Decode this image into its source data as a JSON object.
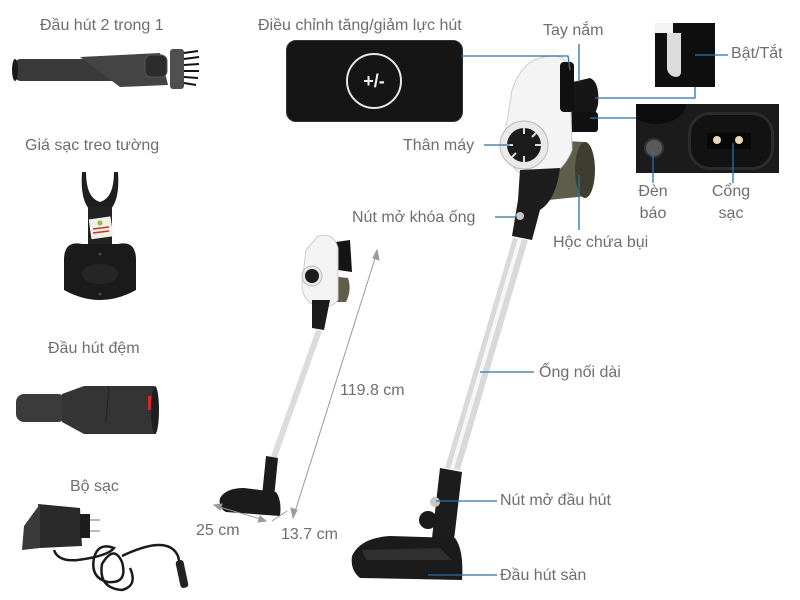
{
  "accessories": {
    "nozzle_2in1": "Đầu hút 2 trong 1",
    "wall_mount": "Giá sạc treo tường",
    "upholstery_nozzle": "Đầu hút đệm",
    "charger": "Bộ sạc"
  },
  "callouts": {
    "power_adjust": "Điều chỉnh tăng/giảm lực hút",
    "power_adjust_symbol": "+/-",
    "handle": "Tay nắm",
    "on_off": "Bật/Tắt",
    "body": "Thân máy",
    "indicator_line1": "Đèn",
    "indicator_line2": "báo",
    "charge_port_line1": "Cổng",
    "charge_port_line2": "sạc",
    "tube_release": "Nút mở khóa ống",
    "dust_bin": "Hộc chứa bụi",
    "extension_tube": "Ống nối dài",
    "head_release": "Nút mở đầu hút",
    "floor_nozzle": "Đầu hút sàn"
  },
  "dimensions": {
    "height": "119.8 cm",
    "width": "25 cm",
    "depth": "13.7 cm"
  },
  "colors": {
    "leader_line": "#2f6fa3",
    "label_text": "#6e6e6e",
    "dimension_line": "#9a9a9a",
    "device_white": "#f4f4f4",
    "device_black": "#1c1c1c",
    "tube_silver": "#d8d8d8",
    "dust_bin_olive": "#6b6a55"
  }
}
